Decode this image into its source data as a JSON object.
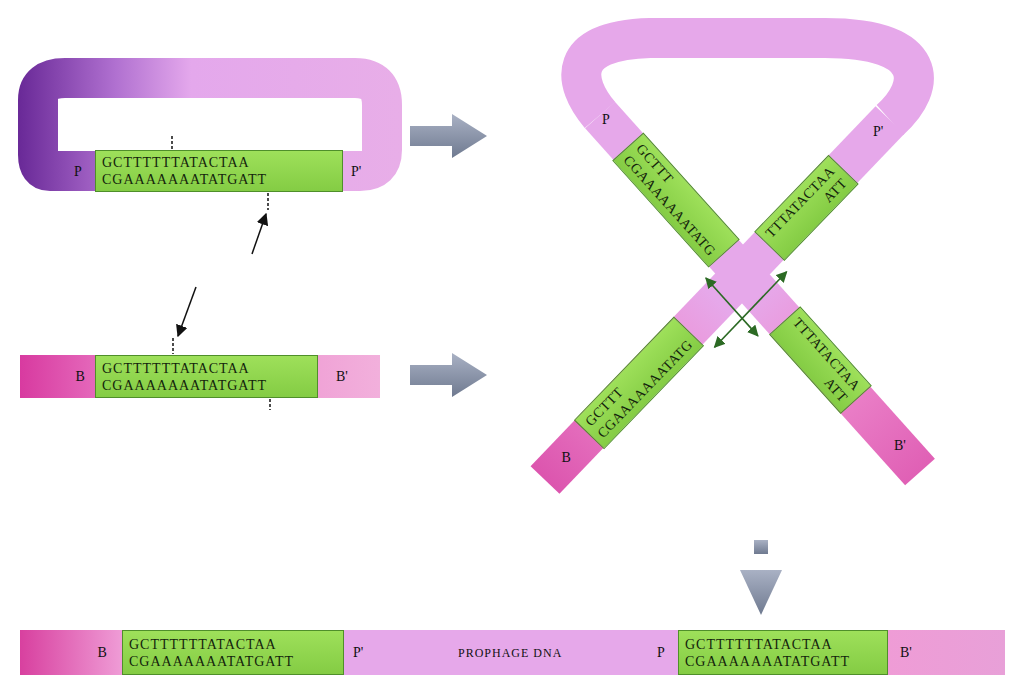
{
  "diagram": {
    "nodes": [
      {
        "text": [
          "GCTTTTTTATACTAA",
          "CGAAAAAAATATGATT"
        ]
      },
      {
        "text": [
          "GCTTTTTTATACTAA",
          "CGAAAAAAATATGATT"
        ]
      },
      {
        "text": [
          "GCTTT",
          "CGAAAAAAATATG"
        ]
      },
      {
        "text": [
          "TTTATACTAA",
          "ATT"
        ]
      },
      {
        "text": [
          "GCTTT",
          "CGAAAAAAATATG"
        ]
      },
      {
        "text": [
          "TTTATACTAA",
          "ATT"
        ]
      },
      {
        "text": [
          "GCTTTTTTATACTAA",
          "CGAAAAAAATATGATT"
        ]
      },
      {
        "text": [
          "GCTTTTTTATACTAA",
          "CGAAAAAAATATGATT"
        ]
      }
    ],
    "edges": [
      {
        "from": 2,
        "to": 5,
        "arrow": "both"
      },
      {
        "from": 3,
        "to": 4,
        "arrow": "both"
      }
    ],
    "labels": [
      "P",
      "P'",
      "B",
      "B'",
      "P",
      "P'",
      "B",
      "B'",
      "B",
      "P'",
      "PROPHAGE DNA",
      "P",
      "B'"
    ]
  }
}
